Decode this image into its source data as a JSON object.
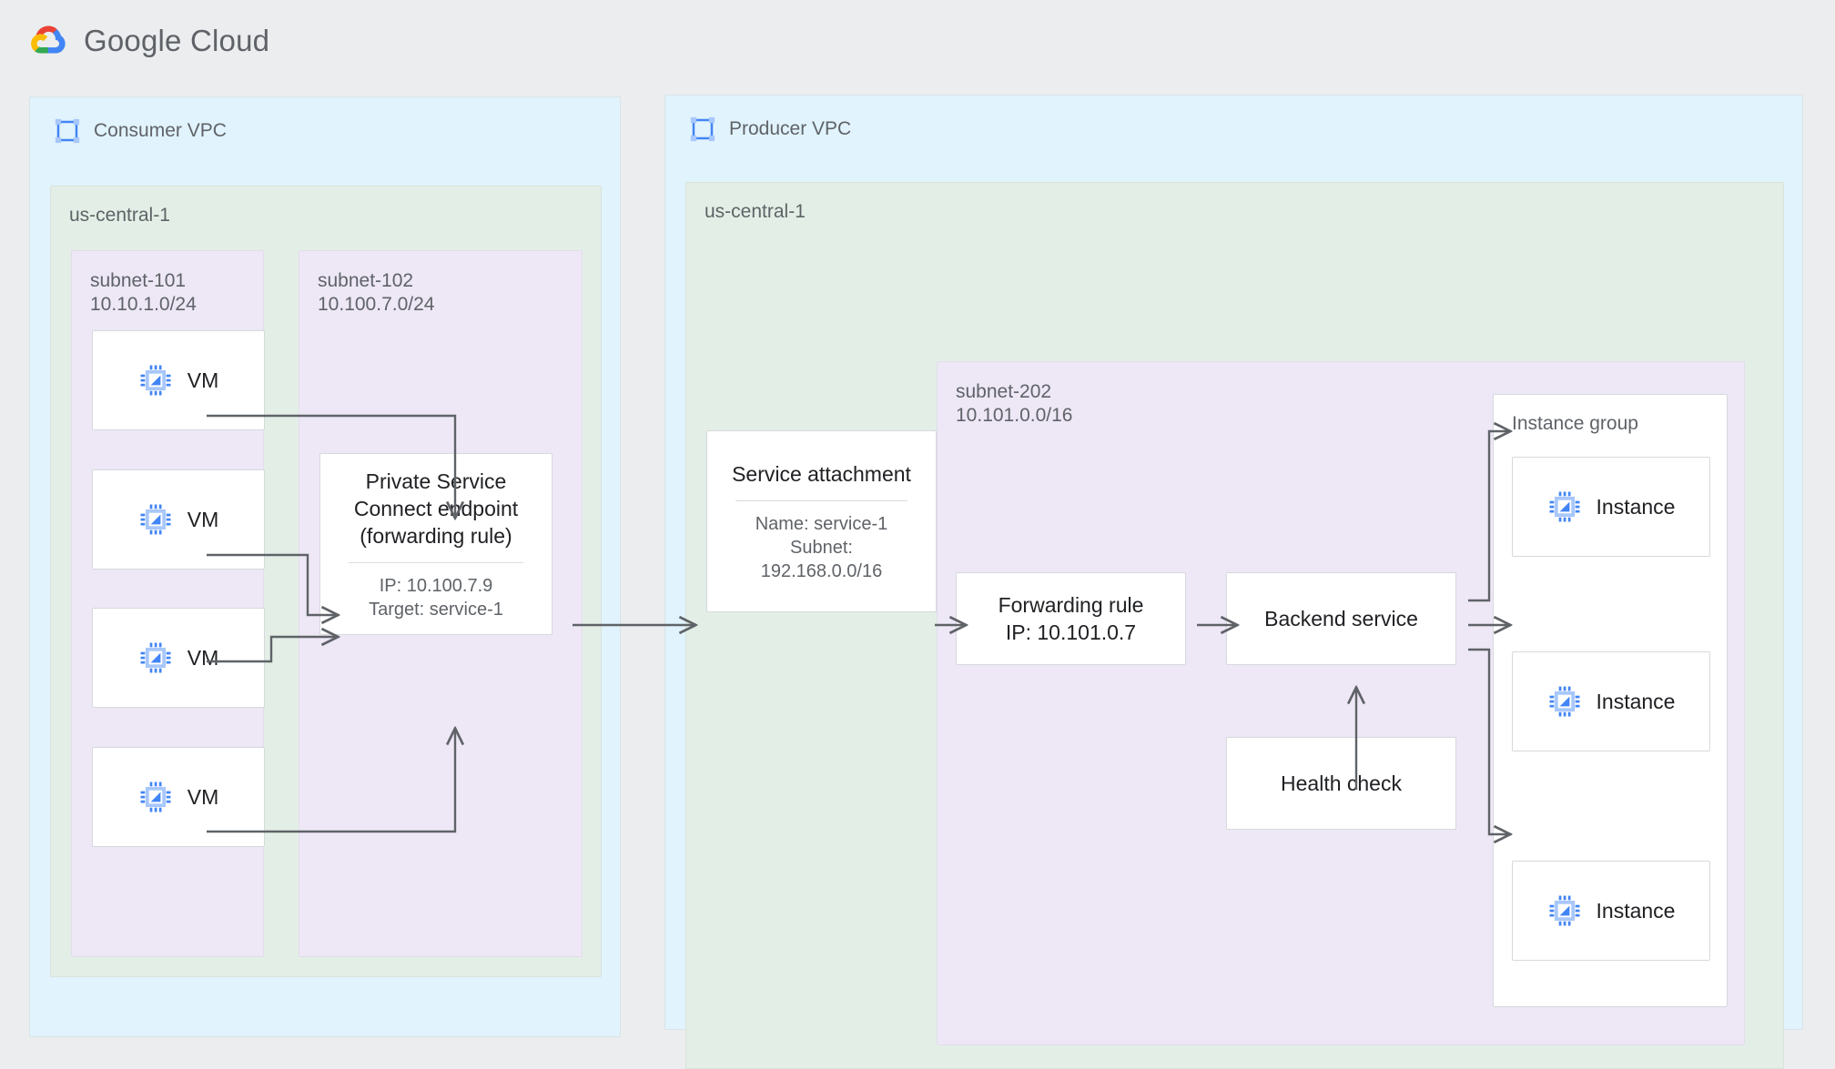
{
  "header": {
    "brand": "Google Cloud",
    "logo_icon": "google-cloud-logo"
  },
  "colors": {
    "page_background": "#EBEDEF",
    "vpc_fill": "#E1F3FC",
    "region_fill": "#E3EFE6",
    "subnet_fill": "#EDE7F6",
    "card_fill": "#FFFFFF",
    "connector": "#5F6368",
    "icon_blue": "#4285F4",
    "icon_blue_light": "#A8C7FA",
    "text_primary": "#202124",
    "text_secondary": "#5F6368"
  },
  "consumer_vpc": {
    "title": "Consumer VPC",
    "icon": "vpc-network-icon",
    "region": {
      "title": "us-central-1",
      "subnets": [
        {
          "name": "subnet-101",
          "cidr": "10.10.1.0/24",
          "label": "subnet-101\n10.10.1.0/24",
          "vms": [
            {
              "label": "VM",
              "icon": "vm-chip-icon"
            },
            {
              "label": "VM",
              "icon": "vm-chip-icon"
            },
            {
              "label": "VM",
              "icon": "vm-chip-icon"
            },
            {
              "label": "VM",
              "icon": "vm-chip-icon"
            }
          ]
        },
        {
          "name": "subnet-102",
          "cidr": "10.100.7.0/24",
          "label": "subnet-102\n10.100.7.0/24",
          "endpoint": {
            "title": "Private Service\nConnect endpoint\n(forwarding rule)",
            "details": "IP: 10.100.7.9\nTarget: service-1",
            "ip": "10.100.7.9",
            "target": "service-1"
          }
        }
      ]
    }
  },
  "producer_vpc": {
    "title": "Producer VPC",
    "icon": "vpc-network-icon",
    "region": {
      "title": "us-central-1",
      "service_attachment": {
        "title": "Service attachment",
        "details": "Name: service-1\nSubnet:\n192.168.0.0/16",
        "name": "service-1",
        "subnet": "192.168.0.0/16"
      },
      "subnet": {
        "name": "subnet-202",
        "cidr": "10.101.0.0/16",
        "label": "subnet-202\n10.101.0.0/16",
        "forwarding_rule": {
          "title": "Forwarding rule\nIP: 10.101.0.7",
          "ip": "10.101.0.7"
        },
        "backend_service": {
          "title": "Backend service"
        },
        "health_check": {
          "title": "Health check"
        },
        "instance_group": {
          "title": "Instance group",
          "instances": [
            {
              "label": "Instance",
              "icon": "vm-chip-icon"
            },
            {
              "label": "Instance",
              "icon": "vm-chip-icon"
            },
            {
              "label": "Instance",
              "icon": "vm-chip-icon"
            }
          ]
        }
      }
    }
  }
}
